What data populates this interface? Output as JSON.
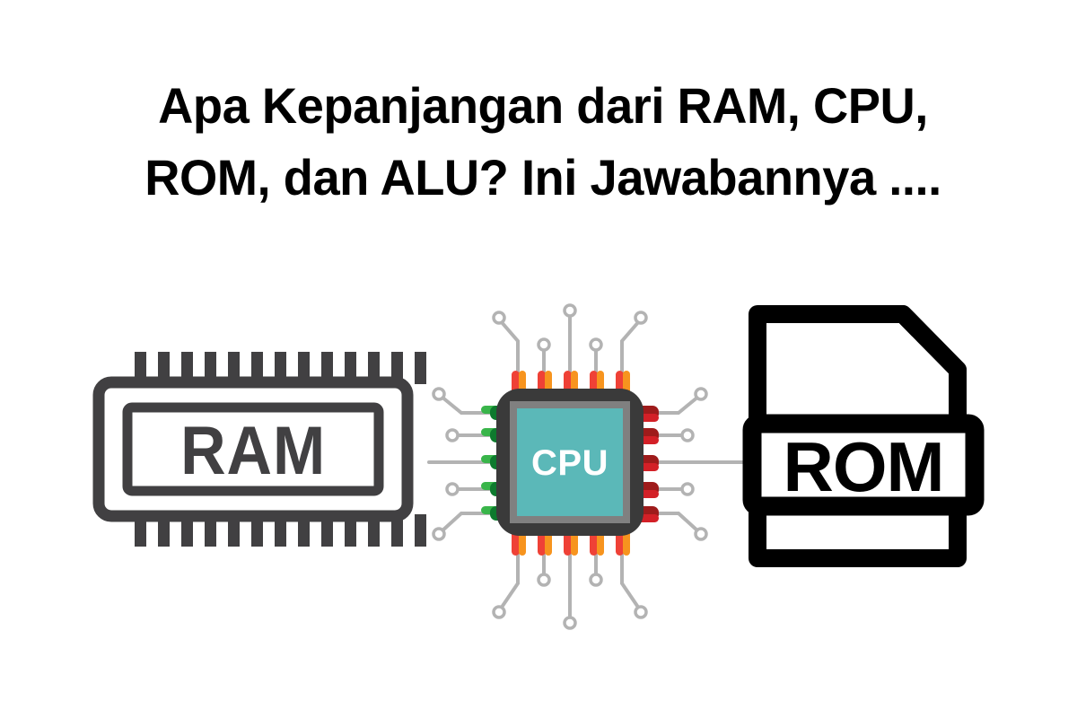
{
  "background_color": "#ffffff",
  "headline": {
    "line1": "Apa Kepanjangan dari RAM, CPU,",
    "line2": "ROM, dan ALU? Ini Jawabannya ....",
    "full_text": "Apa Kepanjangan dari RAM, CPU, ROM, dan ALU? Ini Jawabannya ....",
    "color": "#000000"
  },
  "illustration": {
    "items": [
      {
        "id": "ram",
        "label": "RAM",
        "icon_name": "ram-memory-module-icon",
        "color": "#414042",
        "fill": "#ffffff",
        "pin_count_top": 13,
        "pin_count_bottom": 13
      },
      {
        "id": "cpu",
        "label": "CPU",
        "icon_name": "cpu-processor-chip-icon",
        "body_color": "#3a3a3a",
        "inner_border_color": "#808080",
        "core_color": "#5bb8b8",
        "label_color": "#ffffff",
        "pin_top_color": "#ef4136",
        "pin_top_highlight": "#f7941e",
        "pin_bottom_color": "#ef4136",
        "pin_bottom_highlight": "#f7941e",
        "pin_left_color": "#39b54a",
        "pin_left_shadow": "#0e7a2e",
        "pin_right_color": "#9e1b1b",
        "pin_right_highlight": "#d32027",
        "trace_color": "#b3b3b3",
        "pins_per_side": 5
      },
      {
        "id": "rom",
        "label": "ROM",
        "icon_name": "rom-file-document-icon",
        "color": "#000000",
        "fill": "#ffffff"
      }
    ]
  }
}
